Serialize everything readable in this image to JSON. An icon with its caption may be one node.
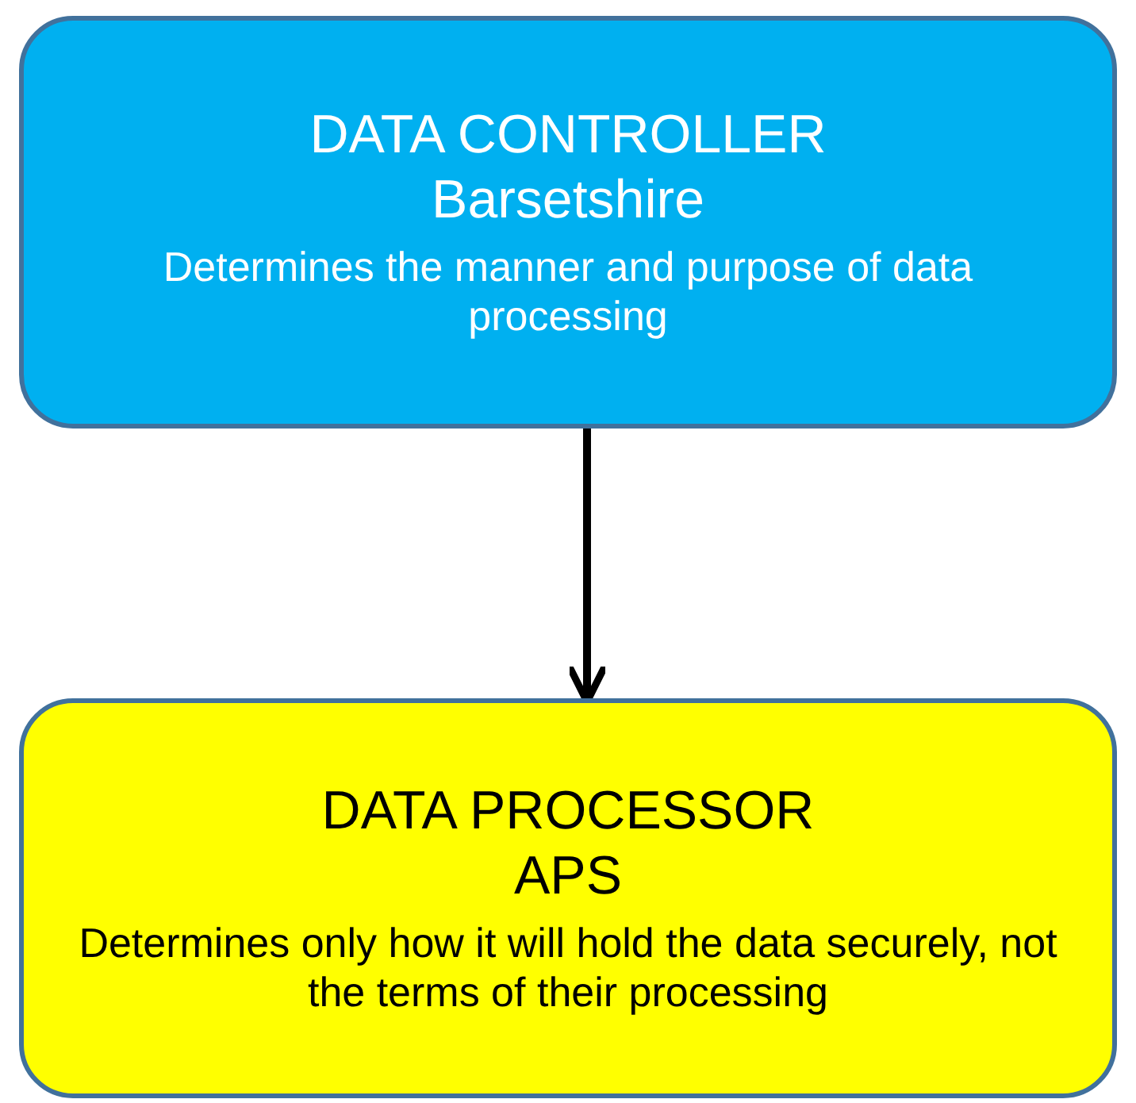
{
  "diagram": {
    "nodes": [
      {
        "text": [
          "DATA CONTROLLER",
          "Barsetshire",
          "Determines the manner and purpose of data processing"
        ]
      },
      {
        "text": [
          "DATA PROCESSOR",
          "APS",
          "Determines only how it will hold the data securely, not the terms of their processing"
        ]
      }
    ],
    "edges": [
      {
        "from": 0,
        "to": 1,
        "arrow": "to"
      }
    ]
  }
}
